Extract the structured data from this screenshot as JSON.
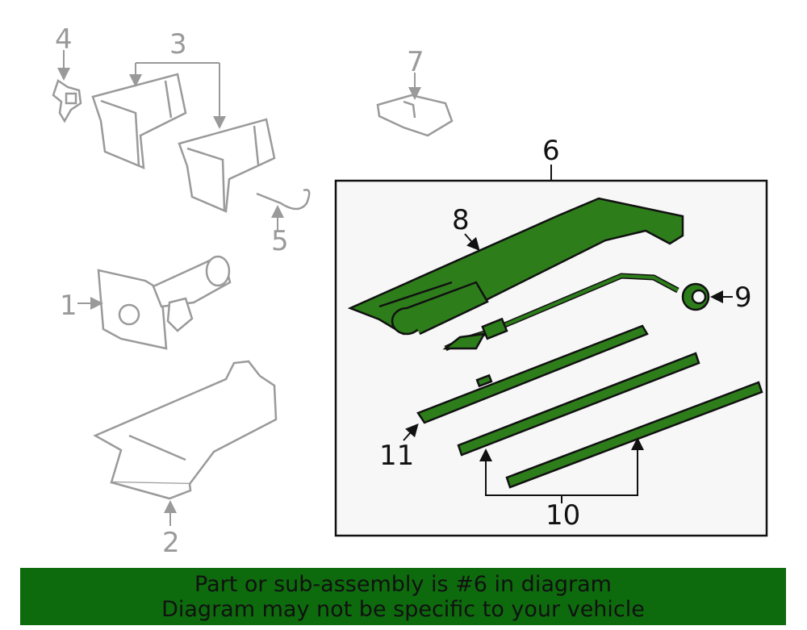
{
  "callouts": {
    "c1": "1",
    "c2": "2",
    "c3": "3",
    "c4": "4",
    "c5": "5",
    "c6": "6",
    "c7": "7",
    "c8": "8",
    "c9": "9",
    "c10": "10",
    "c11": "11"
  },
  "banner": {
    "line1": "Part or sub-assembly is #6 in diagram",
    "line2": "Diagram may not be specific to your vehicle"
  },
  "colors": {
    "highlight_green": "#2e7d1b",
    "banner_green": "#0d6b0d",
    "gray_part": "#9a9a9a"
  }
}
